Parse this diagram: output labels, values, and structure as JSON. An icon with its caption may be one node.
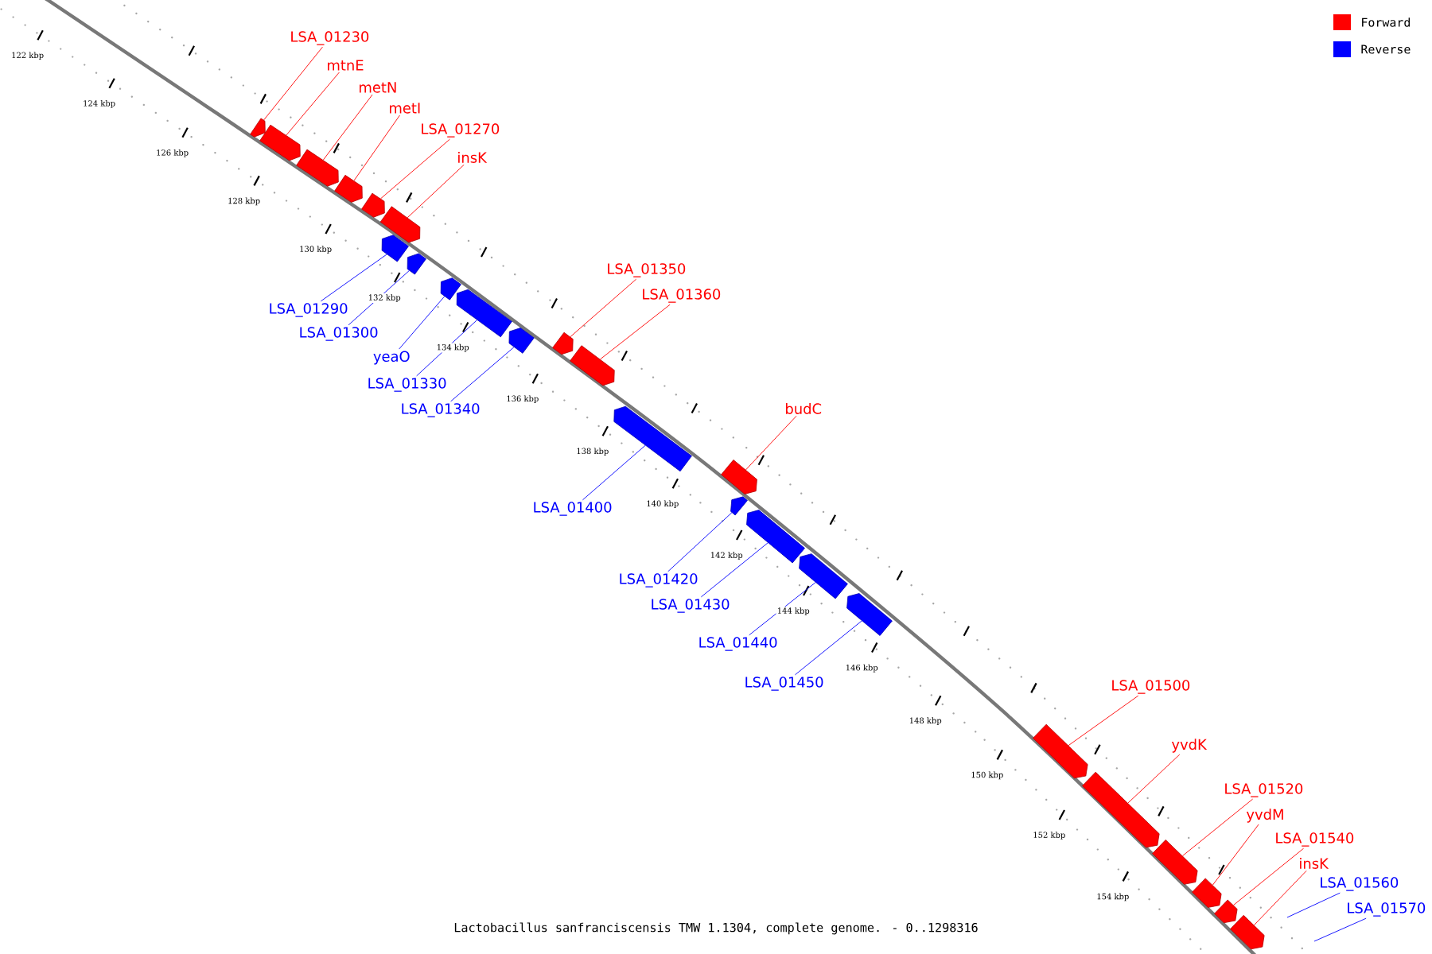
{
  "diagram": {
    "caption": "Lactobacillus sanfranciscensis TMW 1.1304, complete genome. - 0..1298316",
    "nodes": [
      {
        "text": [
          "LSA_01230"
        ]
      },
      {
        "text": [],
        "shape": "bar"
      },
      {
        "text": [
          "mtnE"
        ]
      },
      {
        "text": [],
        "shape": "bar"
      },
      {
        "text": [
          "metN"
        ]
      },
      {
        "text": [],
        "shape": "bar"
      },
      {
        "text": [
          "metI"
        ]
      },
      {
        "text": [],
        "shape": "bar"
      },
      {
        "text": [
          "LSA_01270"
        ]
      },
      {
        "text": [],
        "shape": "bar"
      },
      {
        "text": [
          "insK"
        ]
      },
      {
        "text": [],
        "shape": "bar"
      },
      {
        "text": [
          "LSA_01290"
        ]
      },
      {
        "text": [],
        "shape": "bar"
      },
      {
        "text": [
          "LSA_01300"
        ]
      },
      {
        "text": [],
        "shape": "bar"
      },
      {
        "text": [
          "yeaO"
        ]
      },
      {
        "text": [],
        "shape": "bar"
      },
      {
        "text": [
          "LSA_01330"
        ]
      },
      {
        "text": [],
        "shape": "bar"
      },
      {
        "text": [
          "LSA_01340"
        ]
      },
      {
        "text": [],
        "shape": "bar"
      },
      {
        "text": [
          "LSA_01350"
        ]
      },
      {
        "text": [],
        "shape": "bar"
      },
      {
        "text": [
          "LSA_01360"
        ]
      },
      {
        "text": [],
        "shape": "bar"
      },
      {
        "text": [
          "LSA_01400"
        ]
      },
      {
        "text": [],
        "shape": "bar"
      },
      {
        "text": [
          "budC"
        ]
      },
      {
        "text": [],
        "shape": "bar"
      },
      {
        "text": [
          "LSA_01420"
        ]
      },
      {
        "text": [],
        "shape": "bar"
      },
      {
        "text": [
          "LSA_01430"
        ]
      },
      {
        "text": [],
        "shape": "bar"
      },
      {
        "text": [
          "LSA_01440"
        ]
      },
      {
        "text": [],
        "shape": "bar"
      },
      {
        "text": [
          "LSA_01450"
        ]
      },
      {
        "text": [],
        "shape": "bar"
      },
      {
        "text": [
          "LSA_01500"
        ]
      },
      {
        "text": [],
        "shape": "bar"
      },
      {
        "text": [
          "yvdK"
        ]
      },
      {
        "text": [],
        "shape": "bar"
      },
      {
        "text": [
          "LSA_01520"
        ]
      },
      {
        "text": [],
        "shape": "bar"
      },
      {
        "text": [
          "yvdM"
        ]
      },
      {
        "text": [],
        "shape": "bar"
      },
      {
        "text": [
          "LSA_01540"
        ]
      },
      {
        "text": [],
        "shape": "bar"
      },
      {
        "text": [
          "insK"
        ]
      },
      {
        "text": [],
        "shape": "bar"
      },
      {
        "text": [
          "LSA_01560"
        ]
      },
      {
        "text": [
          "LSA_01570"
        ]
      }
    ],
    "edges": [
      {
        "from": 0,
        "to": 1,
        "arrow": "none"
      },
      {
        "from": 2,
        "to": 3,
        "arrow": "none"
      },
      {
        "from": 4,
        "to": 5,
        "arrow": "none"
      },
      {
        "from": 6,
        "to": 7,
        "arrow": "none"
      },
      {
        "from": 8,
        "to": 9,
        "arrow": "none"
      },
      {
        "from": 10,
        "to": 11,
        "arrow": "none"
      },
      {
        "from": 12,
        "to": 13,
        "arrow": "none",
        "color": "#0000ff"
      },
      {
        "from": 14,
        "to": 15,
        "arrow": "none",
        "color": "#0000ff"
      },
      {
        "from": 16,
        "to": 17,
        "arrow": "none",
        "color": "#0000ff"
      },
      {
        "from": 18,
        "to": 19,
        "arrow": "none",
        "color": "#0000ff"
      },
      {
        "from": 20,
        "to": 21,
        "arrow": "none",
        "color": "#0000ff"
      },
      {
        "from": 22,
        "to": 23,
        "arrow": "none"
      },
      {
        "from": 24,
        "to": 25,
        "arrow": "none"
      },
      {
        "from": 26,
        "to": 27,
        "arrow": "none",
        "color": "#0000ff"
      },
      {
        "from": 28,
        "to": 29,
        "arrow": "none"
      },
      {
        "from": 30,
        "to": 31,
        "arrow": "none",
        "color": "#0000ff"
      },
      {
        "from": 32,
        "to": 33,
        "arrow": "none",
        "color": "#0000ff"
      },
      {
        "from": 34,
        "to": 35,
        "arrow": "none",
        "color": "#0000ff"
      },
      {
        "from": 36,
        "to": 37,
        "arrow": "none",
        "color": "#0000ff"
      },
      {
        "from": 38,
        "to": 39,
        "arrow": "none"
      },
      {
        "from": 40,
        "to": 41,
        "arrow": "none"
      },
      {
        "from": 42,
        "to": 43,
        "arrow": "none"
      },
      {
        "from": 44,
        "to": 45,
        "arrow": "none"
      },
      {
        "from": 46,
        "to": 47,
        "arrow": "none"
      },
      {
        "from": 48,
        "to": 49,
        "arrow": "none"
      },
      {
        "from": 50,
        "to": null,
        "arrow": "none",
        "color": "#0000ff"
      },
      {
        "from": 51,
        "to": null,
        "arrow": "none",
        "color": "#0000ff"
      }
    ],
    "labels": [
      "122 kbp",
      "124 kbp",
      "126 kbp",
      "128 kbp",
      "130 kbp",
      "132 kbp",
      "134 kbp",
      "136 kbp",
      "138 kbp",
      "140 kbp",
      "142 kbp",
      "144 kbp",
      "146 kbp",
      "148 kbp",
      "150 kbp",
      "152 kbp",
      "154 kbp"
    ],
    "legend": [
      {
        "text": "Forward",
        "color": "#ff0000"
      },
      {
        "text": "Reverse",
        "color": "#0000ff"
      }
    ]
  }
}
